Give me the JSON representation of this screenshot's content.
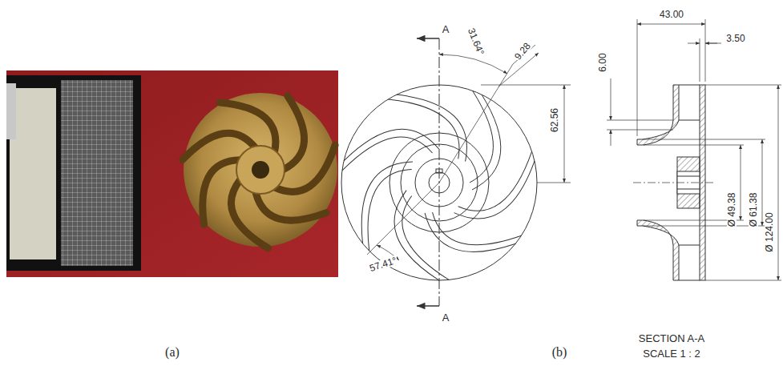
{
  "diagram": {
    "labels": [
      "(a)",
      "(b)",
      "A",
      "A",
      "31.64°",
      "9.28",
      "62.56",
      "57.41°",
      "43.00",
      "3.50",
      "6.00",
      "Ø 49.38",
      "Ø 61.38",
      "Ø 124.00",
      "SECTION A-A",
      "SCALE 1 : 2"
    ]
  }
}
